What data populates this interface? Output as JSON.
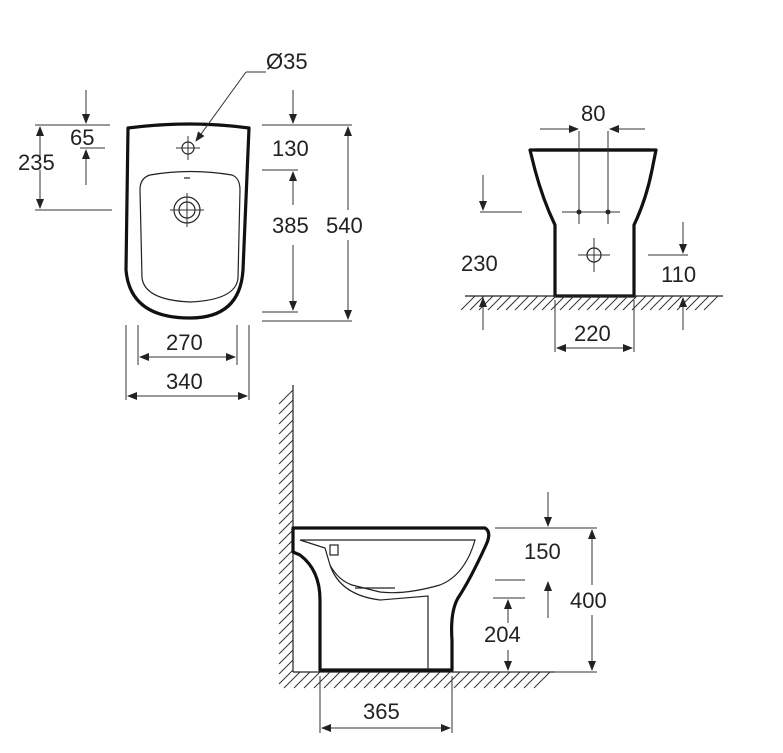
{
  "drawing": {
    "top_view": {
      "tap_hole": "Ø35",
      "hole_offset_left": "65",
      "hole_offset_right": "130",
      "upper_depth": "235",
      "bowl_length": "385",
      "total_length": "540",
      "bowl_width": "270",
      "total_width": "340"
    },
    "front_view": {
      "fixing_spacing": "80",
      "fixing_height": "230",
      "waste_height": "110",
      "base_width": "220"
    },
    "side_view": {
      "rim_to_waste": "150",
      "total_height": "400",
      "waste_from_floor": "204",
      "depth": "365"
    }
  }
}
